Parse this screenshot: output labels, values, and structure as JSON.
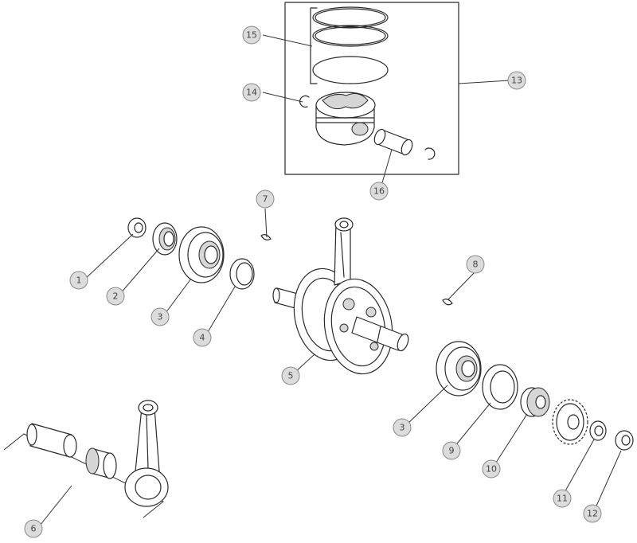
{
  "callouts": [
    {
      "id": "1",
      "label": "1"
    },
    {
      "id": "2",
      "label": "2"
    },
    {
      "id": "3a",
      "label": "3"
    },
    {
      "id": "4",
      "label": "4"
    },
    {
      "id": "5",
      "label": "5"
    },
    {
      "id": "6",
      "label": "6"
    },
    {
      "id": "7",
      "label": "7"
    },
    {
      "id": "8",
      "label": "8"
    },
    {
      "id": "3b",
      "label": "3"
    },
    {
      "id": "9",
      "label": "9"
    },
    {
      "id": "10",
      "label": "10"
    },
    {
      "id": "11",
      "label": "11"
    },
    {
      "id": "12",
      "label": "12"
    },
    {
      "id": "13",
      "label": "13"
    },
    {
      "id": "14",
      "label": "14"
    },
    {
      "id": "15",
      "label": "15"
    },
    {
      "id": "16",
      "label": "16"
    }
  ]
}
